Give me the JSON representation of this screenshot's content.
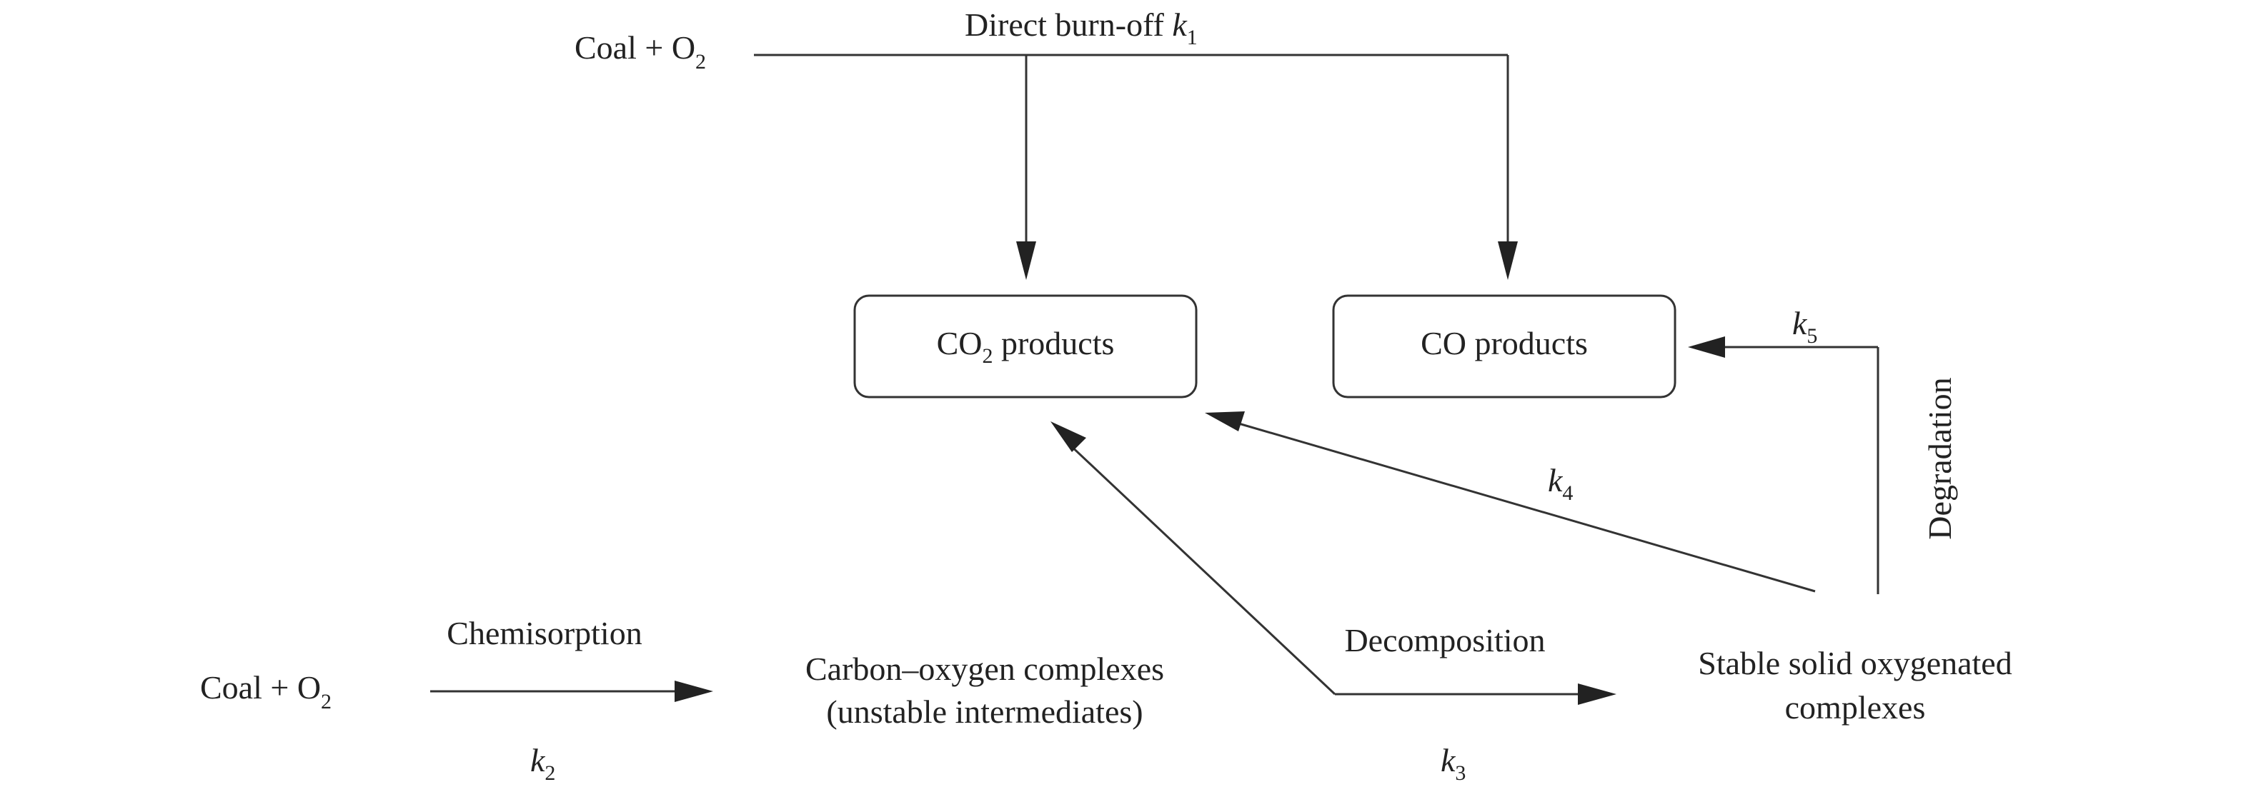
{
  "nodes": {
    "coal_o2_top": {
      "main": "Coal + O",
      "sub": "2"
    },
    "coal_o2_bottom": {
      "main": "Coal + O",
      "sub": "2"
    },
    "co2_products": {
      "pre": "CO",
      "sub": "2",
      "post": " products"
    },
    "co_products": {
      "label": "CO products"
    },
    "carbon_oxygen": {
      "line1": "Carbon–oxygen complexes",
      "line2": "(unstable intermediates)"
    },
    "stable_solid": {
      "line1": "Stable solid oxygenated",
      "line2": "complexes"
    }
  },
  "edges": {
    "direct_burnoff": {
      "label": "Direct burn-off ",
      "k": "k",
      "k_sub": "1"
    },
    "chemisorption": {
      "label": "Chemisorption",
      "k": "k",
      "k_sub": "2"
    },
    "decomposition": {
      "label": "Decomposition",
      "k": "k",
      "k_sub": "3"
    },
    "k4": {
      "k": "k",
      "k_sub": "4"
    },
    "degradation": {
      "label": "Degradation",
      "k": "k",
      "k_sub": "5"
    }
  }
}
